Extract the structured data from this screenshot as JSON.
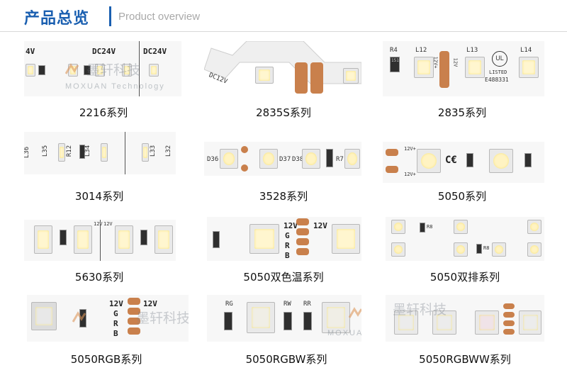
{
  "header": {
    "title": "产品总览",
    "subtitle": "Product overview"
  },
  "watermark": {
    "cn": "墨轩科技",
    "en": "MOXUAN Technology"
  },
  "products": [
    {
      "caption": "2216系列",
      "labels": [
        "4V",
        "DC24V",
        "DC24V"
      ]
    },
    {
      "caption": "2835S系列",
      "labels": [
        "DC12V"
      ]
    },
    {
      "caption": "2835系列",
      "labels": [
        "R4",
        "L12",
        "L13",
        "L14",
        "12V+",
        "12V",
        "LISTED",
        "E488331"
      ]
    },
    {
      "caption": "3014系列",
      "labels": [
        "L36",
        "L35",
        "R12",
        "L34",
        "L33",
        "L32"
      ]
    },
    {
      "caption": "3528系列",
      "labels": [
        "D36",
        "D37",
        "D38",
        "R7"
      ]
    },
    {
      "caption": "5050系列",
      "labels": [
        "12V+",
        "12V+"
      ]
    },
    {
      "caption": "5630系列",
      "labels": [
        "12V",
        "12V"
      ]
    },
    {
      "caption": "5050双色温系列",
      "labels": [
        "12V",
        "G",
        "R",
        "B",
        "12V"
      ]
    },
    {
      "caption": "5050双排系列",
      "labels": [
        "R8",
        "R8"
      ]
    },
    {
      "caption": "5050RGB系列",
      "labels": [
        "12V",
        "G",
        "R",
        "B",
        "12V"
      ]
    },
    {
      "caption": "5050RGBW系列",
      "labels": [
        "RG",
        "RW",
        "RR"
      ]
    },
    {
      "caption": "5050RGBWW系列",
      "labels": []
    }
  ],
  "colors": {
    "title_blue": "#1a5fb0",
    "copper_pad": "#c9804c",
    "caption_text": "#111111"
  }
}
